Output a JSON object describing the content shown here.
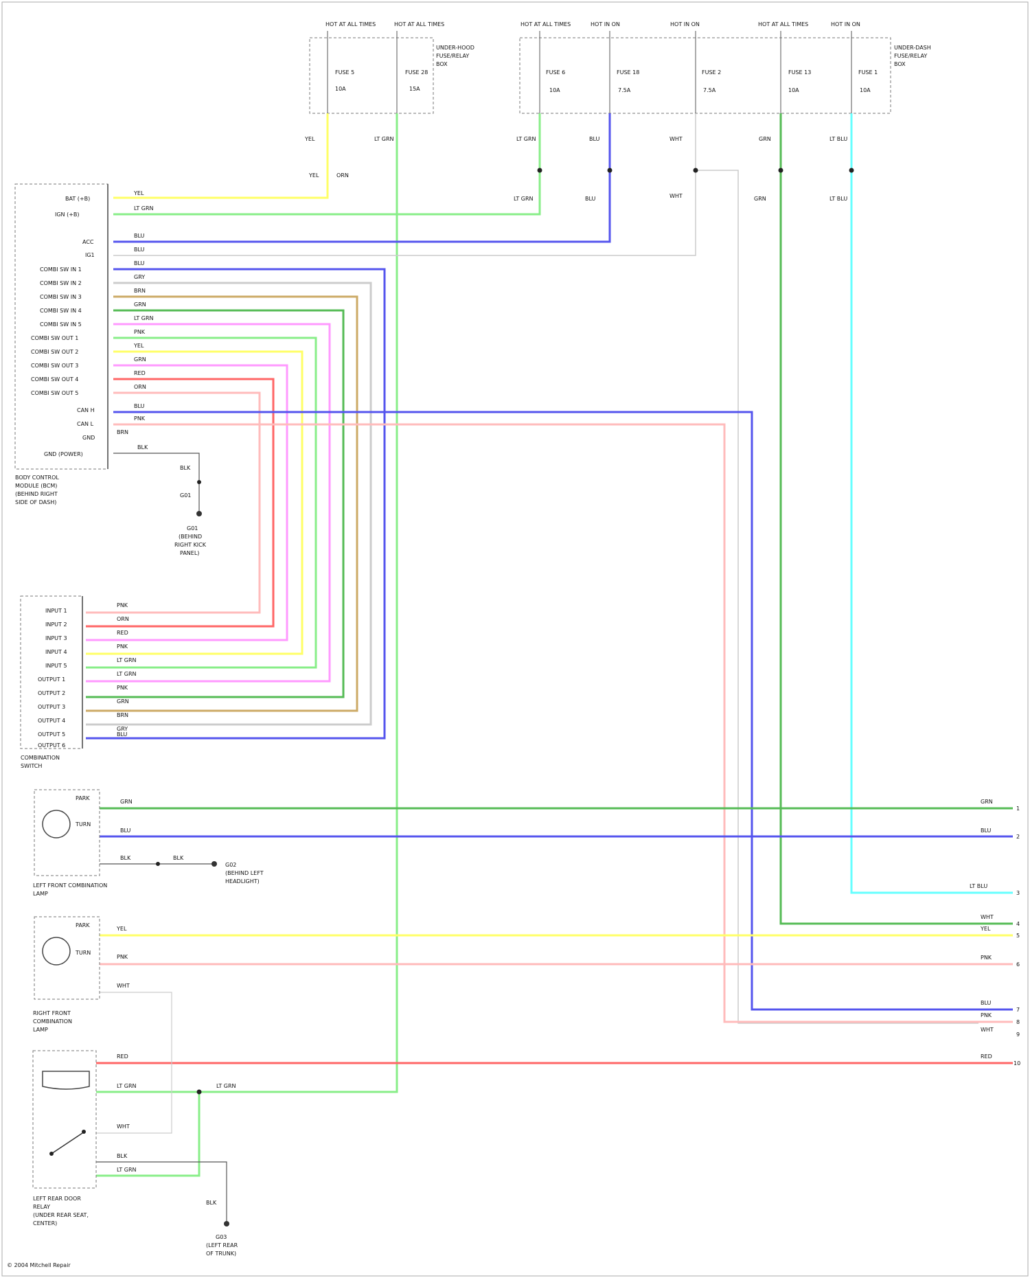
{
  "fuse_box_1": {
    "hot_labels": [
      "HOT AT ALL TIMES",
      "HOT AT ALL TIMES"
    ],
    "fuse_labels": [
      "FUSE 5",
      "FUSE 28"
    ],
    "fuse_ratings": [
      "10A",
      "15A"
    ],
    "box_label": [
      "UNDER-HOOD",
      "FUSE/RELAY",
      "BOX"
    ]
  },
  "fuse_box_2": {
    "hot_labels": [
      "HOT AT ALL TIMES",
      "HOT IN ON",
      "HOT IN ON",
      "HOT AT ALL TIMES",
      "HOT IN ON"
    ],
    "fuse_labels": [
      "FUSE 6",
      "FUSE 18",
      "FUSE 2",
      "FUSE 13",
      "FUSE 1"
    ],
    "fuse_ratings": [
      "10A",
      "7.5A",
      "7.5A",
      "10A",
      "10A"
    ],
    "box_label": [
      "UNDER-DASH",
      "FUSE/RELAY",
      "BOX"
    ]
  },
  "wire_colors_top": [
    "YEL",
    "LT GRN",
    "LT GRN",
    "BLU",
    "WHT",
    "GRN",
    "LT BLU"
  ],
  "wire_colors_mid": [
    "YEL",
    "LT GRN",
    "BLU",
    "WHT",
    "GRN",
    "LT BLU"
  ],
  "junction_labels": [
    "YEL",
    "ORN"
  ],
  "module": {
    "pins": [
      "BAT (+B)",
      "IGN (+B)",
      "ACC",
      "IG1",
      "COMBI SW IN 1",
      "COMBI SW IN 2",
      "COMBI SW IN 3",
      "COMBI SW IN 4",
      "COMBI SW IN 5",
      "COMBI SW OUT 1",
      "COMBI SW OUT 2",
      "COMBI SW OUT 3",
      "COMBI SW OUT 4",
      "COMBI SW OUT 5",
      "CAN H",
      "CAN L",
      "GND",
      "GND (POWER)"
    ],
    "wires": [
      "YEL",
      "LT GRN",
      "BLU",
      "BLU",
      "BLU",
      "GRY",
      "BRN",
      "GRN",
      "LT GRN",
      "PNK",
      "YEL",
      "GRN",
      "RED",
      "ORN",
      "BLU",
      "PNK",
      "BRN",
      "BLK"
    ],
    "label": [
      "BODY CONTROL",
      "MODULE (BCM)",
      "(BEHIND RIGHT",
      "SIDE OF DASH)"
    ]
  },
  "ground_1": {
    "wire": "BLK",
    "name": "G01",
    "label": [
      "G01",
      "(BEHIND",
      "RIGHT KICK",
      "PANEL)"
    ]
  },
  "combo_switch": {
    "pins": [
      "INPUT 1",
      "INPUT 2",
      "INPUT 3",
      "INPUT 4",
      "INPUT 5",
      "OUTPUT 1",
      "OUTPUT 2",
      "OUTPUT 3",
      "OUTPUT 4",
      "OUTPUT 5",
      "OUTPUT 6"
    ],
    "wires": [
      "PNK",
      "ORN",
      "RED",
      "PNK",
      "LT GRN",
      "LT GRN",
      "PNK",
      "GRN",
      "BRN",
      "GRY",
      "BLU"
    ],
    "label": [
      "COMBINATION",
      "SWITCH"
    ]
  },
  "lamp_front_left": {
    "label": [
      "LEFT FRONT COMBINATION",
      "LAMP"
    ],
    "inner": [
      "PARK",
      "TURN"
    ],
    "wires": [
      "GRN",
      "BLU",
      "BLK"
    ],
    "ground": {
      "wire": "BLK",
      "name": "G02",
      "label": [
        "G02",
        "(BEHIND LEFT",
        "HEADLIGHT)"
      ]
    }
  },
  "lamp_front_right": {
    "label": [
      "RIGHT FRONT",
      "COMBINATION",
      "LAMP"
    ],
    "inner": [
      "PARK",
      "TURN"
    ],
    "wires": [
      "YEL",
      "PNK",
      "WHT"
    ]
  },
  "relay": {
    "label": [
      "LEFT REAR DOOR",
      "RELAY",
      "(UNDER REAR SEAT,",
      "CENTER)"
    ],
    "wires": [
      "RED",
      "LT GRN",
      "WHT",
      "BLK",
      "LT GRN"
    ],
    "ground": {
      "wire": "BLK",
      "name": "G03",
      "label": [
        "G03",
        "(LEFT REAR",
        "OF TRUNK)"
      ]
    }
  },
  "right_edge_labels": [
    "GRN",
    "BLU",
    "LT BLU",
    "WHT",
    "YEL",
    "PNK",
    "BLU",
    "PNK",
    "WHT",
    "RED"
  ],
  "right_edge_pins": [
    "1",
    "2",
    "3",
    "4",
    "5",
    "6",
    "7",
    "8",
    "9",
    "10"
  ],
  "footer": "© 2004 Mitchell Repair",
  "colors": {
    "yellow": "#ffff66",
    "light_green": "#88ee88",
    "green": "#55bb55",
    "blue": "#5555ee",
    "light_blue": "#66ffff",
    "pink": "#ff99ff",
    "red": "#ff6666",
    "brown": "#ccaa66",
    "gray": "#cccccc",
    "light_pink": "#ffbbbb",
    "black": "#555555"
  }
}
